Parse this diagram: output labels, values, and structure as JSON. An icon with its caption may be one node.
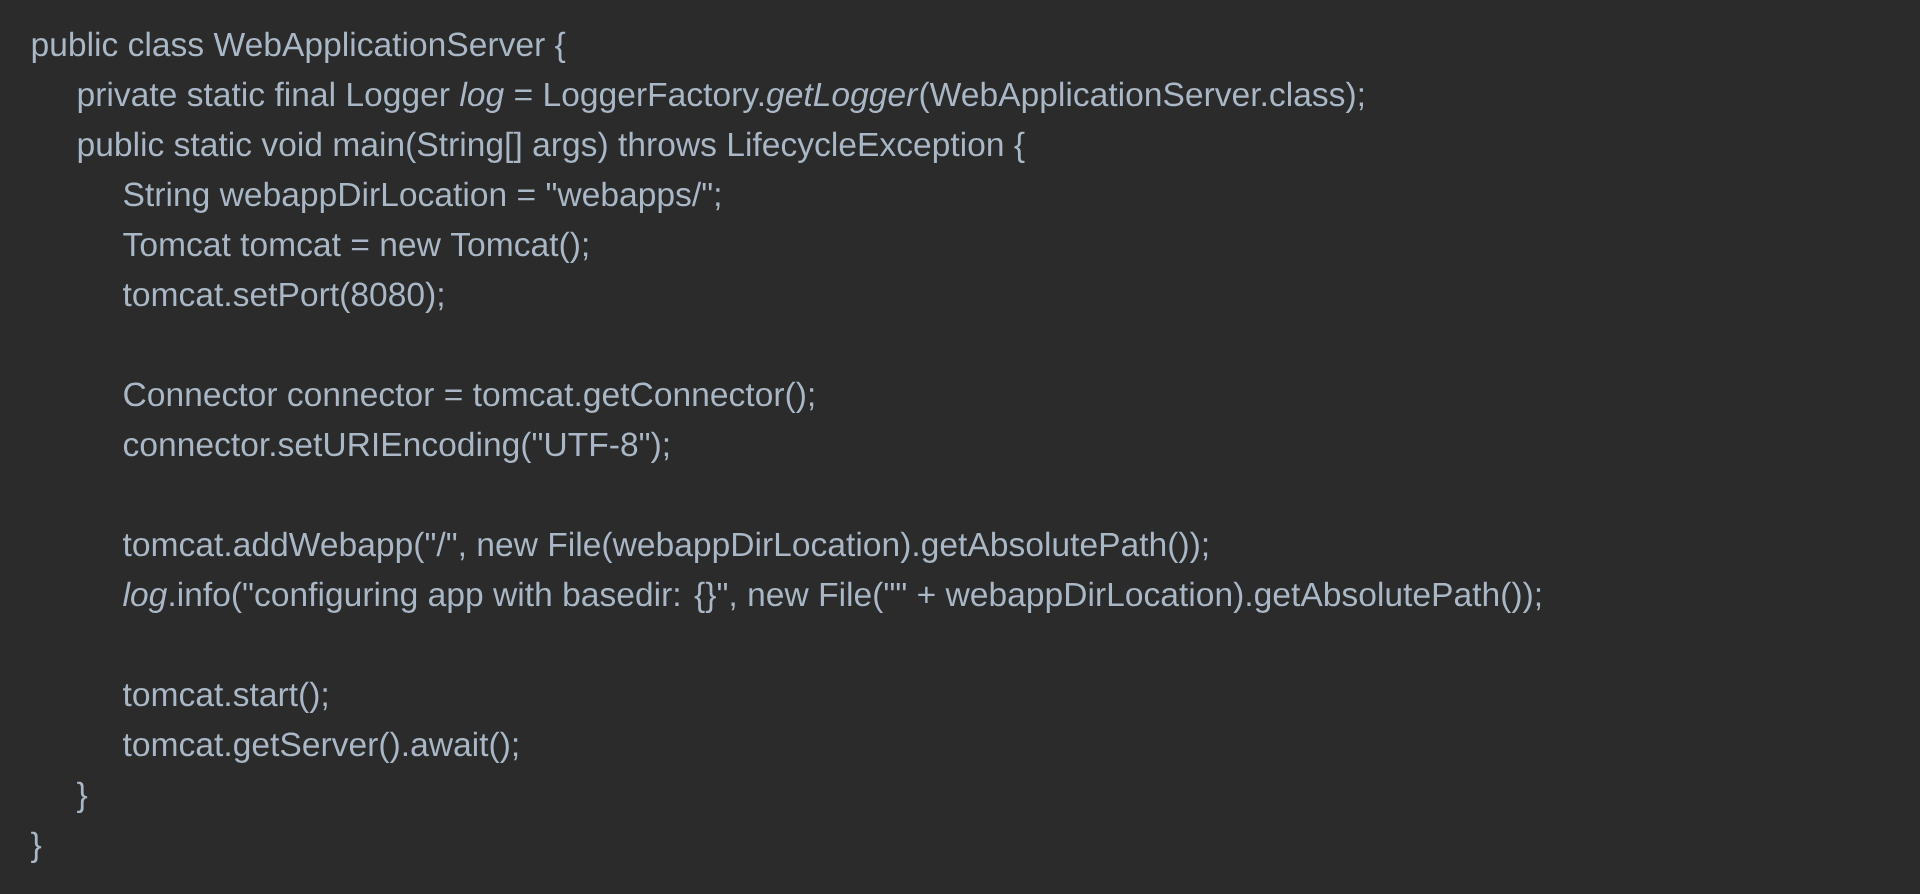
{
  "diagram": {
    "labels": [
      "public class WebApplicationServer {",
      "private static final Logger *log* = LoggerFactory.*getLogger*(WebApplicationServer.class);",
      "public static void main(String[] args) throws LifecycleException {",
      "String webappDirLocation = \"webapps/\";",
      "Tomcat tomcat = new Tomcat();",
      "tomcat.setPort(8080);",
      "Connector connector = tomcat.getConnector();",
      "connector.setURIEncoding(\"UTF-8\");",
      "tomcat.addWebapp(\"/\", new File(webappDirLocation).getAbsolutePath());",
      "*log*.info(\"configuring app with basedir: {}\", new File(\"\" + webappDirLocation).getAbsolutePath());",
      "tomcat.start();",
      "tomcat.getServer().await();",
      "}",
      "}"
    ]
  }
}
